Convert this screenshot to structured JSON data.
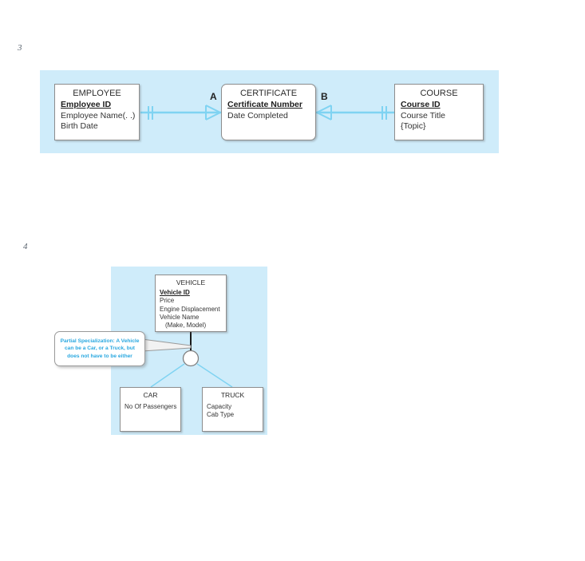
{
  "figures": [
    {
      "number": "3",
      "name": "employee-certificate-course-erd",
      "panel_color": "#cfecfa",
      "entities": [
        {
          "key": "employee",
          "title": "EMPLOYEE",
          "attributes": [
            {
              "text": "Employee ID",
              "primary_key": true
            },
            {
              "text": "Employee Name(. .)",
              "primary_key": false
            },
            {
              "text": "Birth Date",
              "primary_key": false
            }
          ]
        },
        {
          "key": "certificate",
          "title": "CERTIFICATE",
          "attributes": [
            {
              "text": "Certificate Number",
              "primary_key": true
            },
            {
              "text": "Date Completed",
              "primary_key": false
            }
          ]
        },
        {
          "key": "course",
          "title": "COURSE",
          "attributes": [
            {
              "text": "Course ID",
              "primary_key": true
            },
            {
              "text": "Course Title",
              "primary_key": false
            },
            {
              "text": "{Topic}",
              "primary_key": false
            }
          ]
        }
      ],
      "relationships": [
        {
          "label": "A",
          "from": "EMPLOYEE",
          "to": "CERTIFICATE",
          "from_cardinality": "one-and-only-one",
          "to_cardinality": "many",
          "line_color": "#7fd3f2"
        },
        {
          "label": "B",
          "from": "CERTIFICATE",
          "to": "COURSE",
          "from_cardinality": "many",
          "to_cardinality": "one-and-only-one",
          "line_color": "#7fd3f2"
        }
      ]
    },
    {
      "number": "4",
      "name": "vehicle-specialization-diagram",
      "panel_color": "#cfecfa",
      "entities": [
        {
          "key": "vehicle",
          "title": "VEHICLE",
          "attributes": [
            {
              "text": "Vehicle ID",
              "primary_key": true
            },
            {
              "text": "Price",
              "primary_key": false
            },
            {
              "text": "Engine Displacement",
              "primary_key": false
            },
            {
              "text": "Vehicle Name",
              "primary_key": false
            },
            {
              "text": "(Make, Model)",
              "primary_key": false,
              "indent": true
            }
          ]
        },
        {
          "key": "car",
          "title": "CAR",
          "attributes": [
            {
              "text": "No Of Passengers",
              "primary_key": false
            }
          ]
        },
        {
          "key": "truck",
          "title": "TRUCK",
          "attributes": [
            {
              "text": "Capacity",
              "primary_key": false
            },
            {
              "text": "Cab Type",
              "primary_key": false
            }
          ]
        }
      ],
      "specialization": {
        "symbol": "circle",
        "symbol_fill": "#ffffff",
        "symbol_stroke": "#808080",
        "supertype_line_color": "#1a1a1a",
        "subtype_line_color": "#7fd3f2"
      },
      "callout": {
        "name": "partial-specialization-note",
        "text": "Partial Specialization: A Vehicle can be a Car, or a Truck, but does not have to be either",
        "text_color": "#2aa8e0"
      }
    }
  ]
}
